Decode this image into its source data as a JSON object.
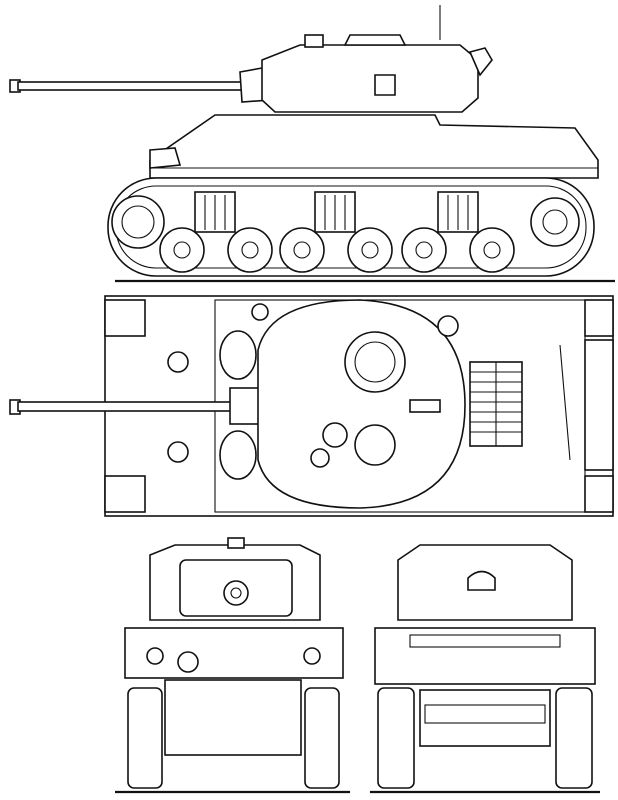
{
  "drawing": {
    "subject": "tank-technical-drawing",
    "views": [
      "side",
      "top",
      "front",
      "rear"
    ],
    "colors": {
      "line": "#111111",
      "background": "#ffffff"
    }
  }
}
